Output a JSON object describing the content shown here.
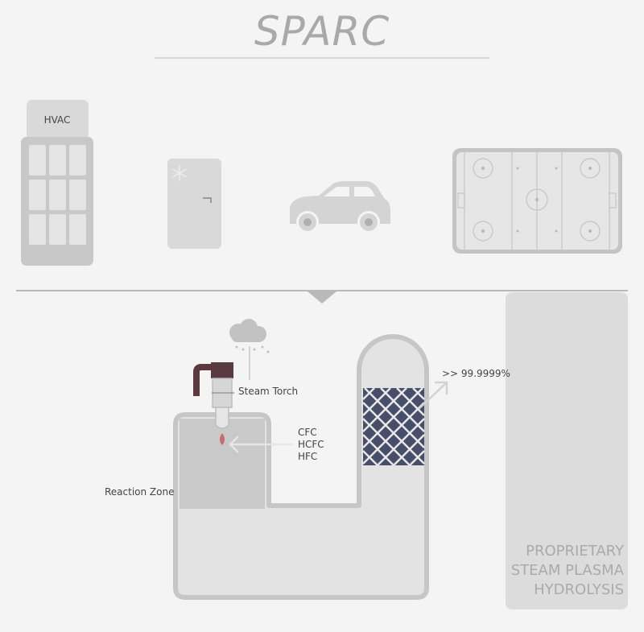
{
  "title": "SPARC",
  "devices": {
    "hvac_label": "HVAC",
    "items": [
      "hvac-unit",
      "refrigerator",
      "car",
      "ice-rink"
    ]
  },
  "process": {
    "steam_torch_label": "Steam Torch",
    "reaction_zone_label": "Reaction Zone",
    "gases": [
      "CFC",
      "HCFC",
      "HFC"
    ],
    "efficiency": ">> 99.9999%"
  },
  "side_panel": {
    "lines": [
      "PROPRIETARY",
      "STEAM PLASMA",
      "HYDROLYSIS"
    ]
  },
  "colors": {
    "title": "#a9a9a9",
    "device_gray": "#c8c8c8",
    "torch_body": "#5a3a40",
    "flame": "#c96c6c",
    "filter_fill": "#464e6a"
  }
}
